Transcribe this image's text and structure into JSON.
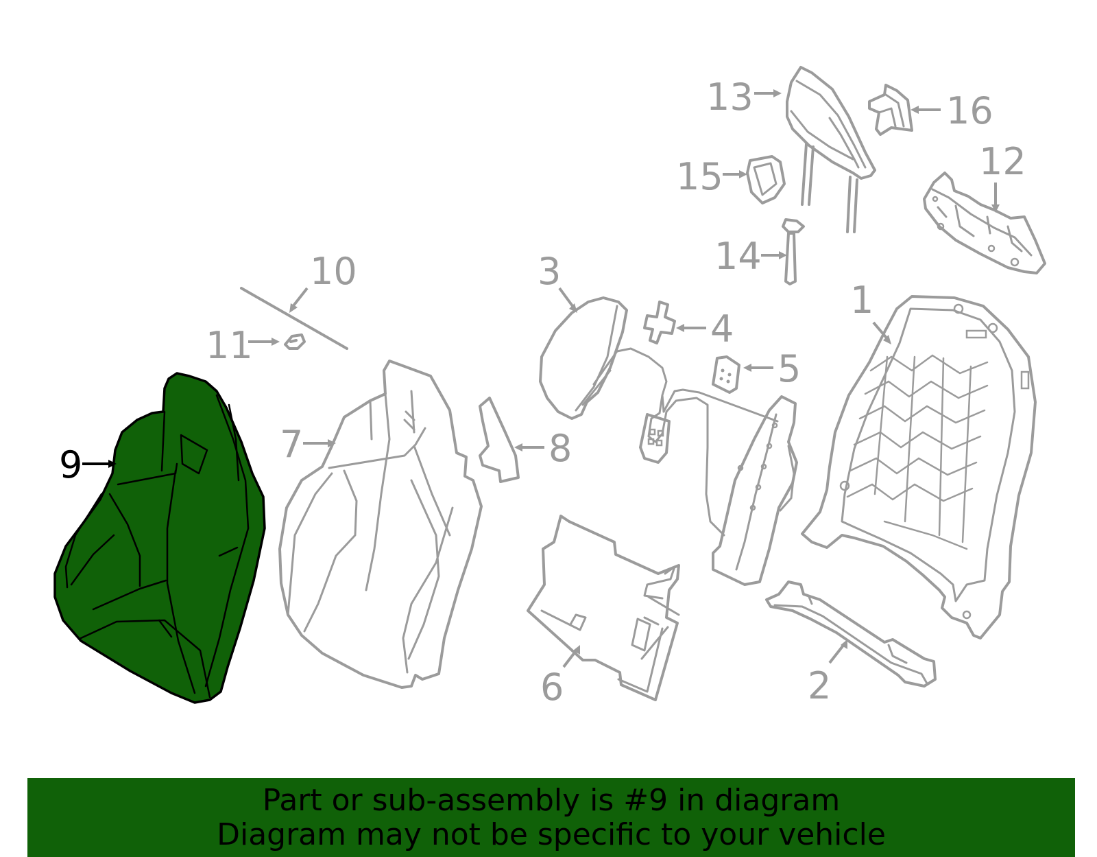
{
  "colors": {
    "highlight_fill": "#106108",
    "part_stroke": "#9b9b9b",
    "highlight_stroke": "#000000",
    "banner_background": "#106108"
  },
  "highlighted_part": "9",
  "callouts": {
    "c1": "1",
    "c2": "2",
    "c3": "3",
    "c4": "4",
    "c5": "5",
    "c6": "6",
    "c7": "7",
    "c8": "8",
    "c9": "9",
    "c10": "10",
    "c11": "11",
    "c12": "12",
    "c13": "13",
    "c14": "14",
    "c15": "15",
    "c16": "16"
  },
  "banner": {
    "line1": "Part or sub-assembly is #9 in diagram",
    "line2": "Diagram may not be specific to your vehicle"
  }
}
